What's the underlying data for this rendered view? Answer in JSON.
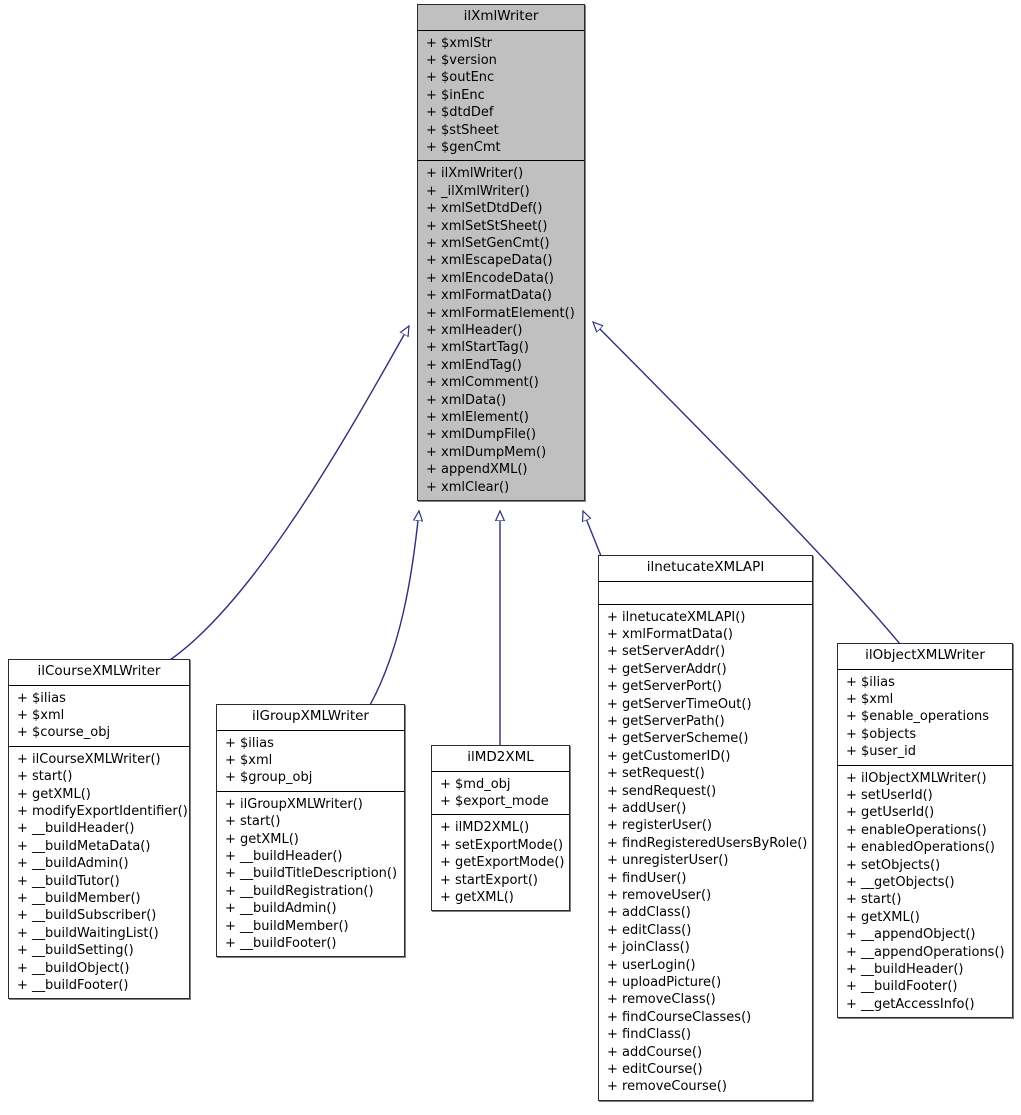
{
  "diagram": {
    "title": "ilXmlWriter inheritance diagram",
    "type": "uml-class-diagram",
    "colors": {
      "highlight_fill": "#c0c0c0",
      "box_fill": "#ffffff",
      "border": "#2c2c2c",
      "edge": "#2f2f7f",
      "text": "#000000"
    }
  },
  "classes": [
    {
      "id": "ilXmlWriter",
      "name": "ilXmlWriter",
      "highlighted": true,
      "attributes": [
        "+ $xmlStr",
        "+ $version",
        "+ $outEnc",
        "+ $inEnc",
        "+ $dtdDef",
        "+ $stSheet",
        "+ $genCmt"
      ],
      "methods": [
        "+ ilXmlWriter()",
        "+ _ilXmlWriter()",
        "+ xmlSetDtdDef()",
        "+ xmlSetStSheet()",
        "+ xmlSetGenCmt()",
        "+ xmlEscapeData()",
        "+ xmlEncodeData()",
        "+ xmlFormatData()",
        "+ xmlFormatElement()",
        "+ xmlHeader()",
        "+ xmlStartTag()",
        "+ xmlEndTag()",
        "+ xmlComment()",
        "+ xmlData()",
        "+ xmlElement()",
        "+ xmlDumpFile()",
        "+ xmlDumpMem()",
        "+ appendXML()",
        "+ xmlClear()"
      ]
    },
    {
      "id": "ilCourseXMLWriter",
      "name": "ilCourseXMLWriter",
      "highlighted": false,
      "attributes": [
        "+ $ilias",
        "+ $xml",
        "+ $course_obj"
      ],
      "methods": [
        "+ ilCourseXMLWriter()",
        "+ start()",
        "+ getXML()",
        "+ modifyExportIdentifier()",
        "+ __buildHeader()",
        "+ __buildMetaData()",
        "+ __buildAdmin()",
        "+ __buildTutor()",
        "+ __buildMember()",
        "+ __buildSubscriber()",
        "+ __buildWaitingList()",
        "+ __buildSetting()",
        "+ __buildObject()",
        "+ __buildFooter()"
      ]
    },
    {
      "id": "ilGroupXMLWriter",
      "name": "ilGroupXMLWriter",
      "highlighted": false,
      "attributes": [
        "+ $ilias",
        "+ $xml",
        "+ $group_obj"
      ],
      "methods": [
        "+ ilGroupXMLWriter()",
        "+ start()",
        "+ getXML()",
        "+ __buildHeader()",
        "+ __buildTitleDescription()",
        "+ __buildRegistration()",
        "+ __buildAdmin()",
        "+ __buildMember()",
        "+ __buildFooter()"
      ]
    },
    {
      "id": "ilMD2XML",
      "name": "ilMD2XML",
      "highlighted": false,
      "attributes": [
        "+ $md_obj",
        "+ $export_mode"
      ],
      "methods": [
        "+ ilMD2XML()",
        "+ setExportMode()",
        "+ getExportMode()",
        "+ startExport()",
        "+ getXML()"
      ]
    },
    {
      "id": "ilnetucateXMLAPI",
      "name": "ilnetucateXMLAPI",
      "highlighted": false,
      "attributes": [],
      "methods": [
        "+ ilnetucateXMLAPI()",
        "+ xmlFormatData()",
        "+ setServerAddr()",
        "+ getServerAddr()",
        "+ getServerPort()",
        "+ getServerTimeOut()",
        "+ getServerPath()",
        "+ getServerScheme()",
        "+ getCustomerID()",
        "+ setRequest()",
        "+ sendRequest()",
        "+ addUser()",
        "+ registerUser()",
        "+ findRegisteredUsersByRole()",
        "+ unregisterUser()",
        "+ findUser()",
        "+ removeUser()",
        "+ addClass()",
        "+ editClass()",
        "+ joinClass()",
        "+ userLogin()",
        "+ uploadPicture()",
        "+ removeClass()",
        "+ findCourseClasses()",
        "+ findClass()",
        "+ addCourse()",
        "+ editCourse()",
        "+ removeCourse()"
      ]
    },
    {
      "id": "ilObjectXMLWriter",
      "name": "ilObjectXMLWriter",
      "highlighted": false,
      "attributes": [
        "+ $ilias",
        "+ $xml",
        "+ $enable_operations",
        "+ $objects",
        "+ $user_id"
      ],
      "methods": [
        "+ ilObjectXMLWriter()",
        "+ setUserId()",
        "+ getUserId()",
        "+ enableOperations()",
        "+ enabledOperations()",
        "+ setObjects()",
        "+ __getObjects()",
        "+ start()",
        "+ getXML()",
        "+ __appendObject()",
        "+ __appendOperations()",
        "+ __buildHeader()",
        "+ __buildFooter()",
        "+ __getAccessInfo()"
      ]
    }
  ],
  "relations": [
    {
      "from": "ilCourseXMLWriter",
      "to": "ilXmlWriter",
      "kind": "inheritance"
    },
    {
      "from": "ilGroupXMLWriter",
      "to": "ilXmlWriter",
      "kind": "inheritance"
    },
    {
      "from": "ilMD2XML",
      "to": "ilXmlWriter",
      "kind": "inheritance"
    },
    {
      "from": "ilnetucateXMLAPI",
      "to": "ilXmlWriter",
      "kind": "inheritance"
    },
    {
      "from": "ilObjectXMLWriter",
      "to": "ilXmlWriter",
      "kind": "inheritance"
    }
  ]
}
